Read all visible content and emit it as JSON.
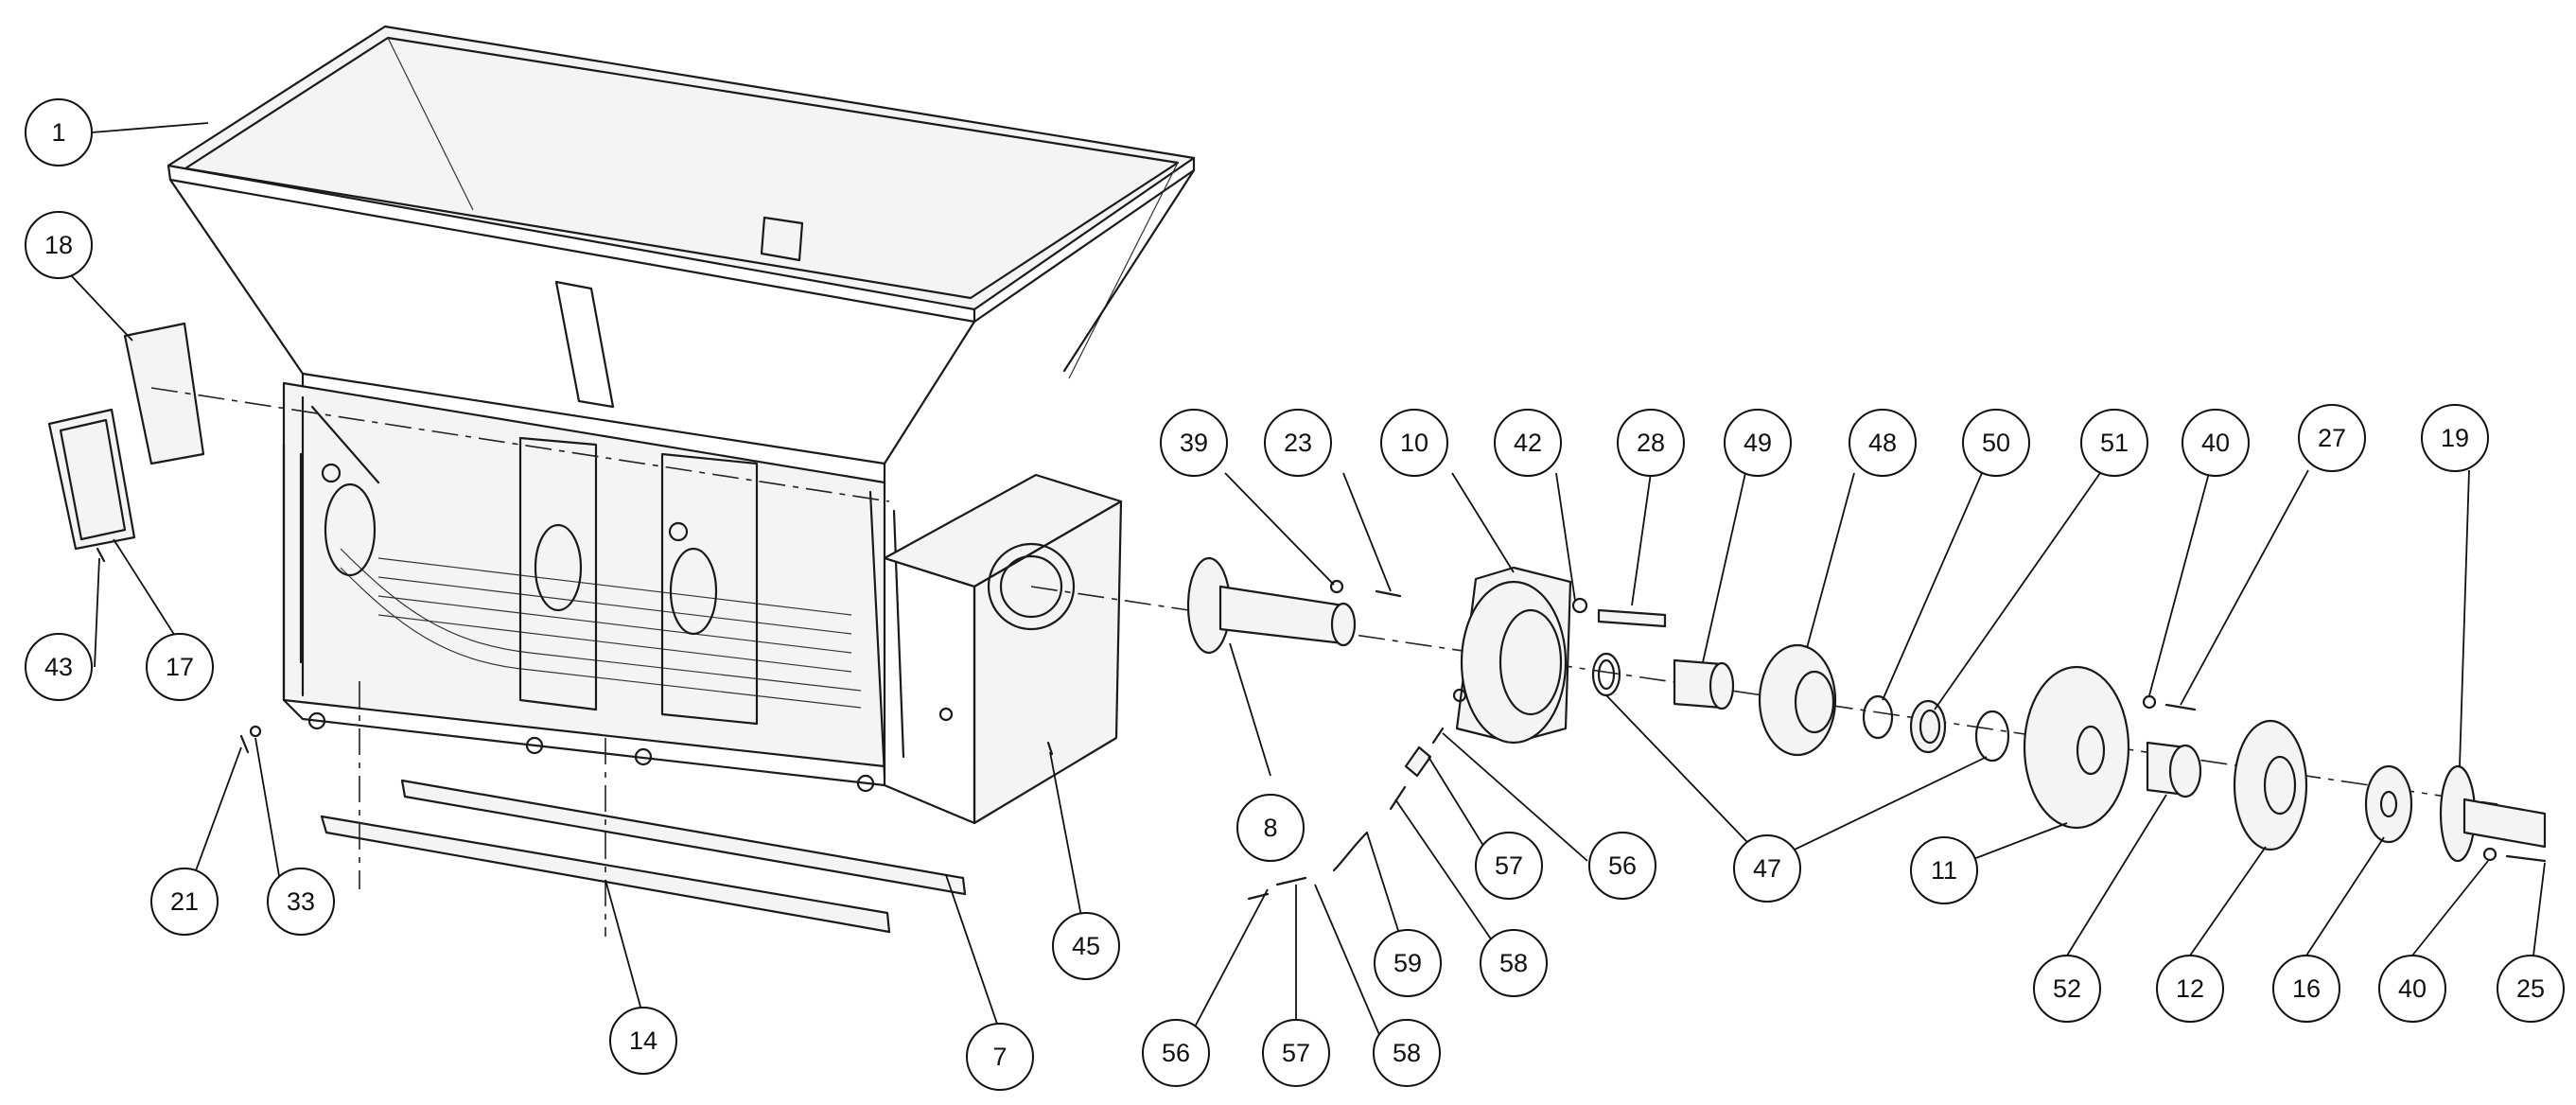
{
  "diagram": {
    "type": "exploded-parts-view",
    "callouts": [
      {
        "id": "c1",
        "label": "1"
      },
      {
        "id": "c18",
        "label": "18"
      },
      {
        "id": "c43",
        "label": "43"
      },
      {
        "id": "c17",
        "label": "17"
      },
      {
        "id": "c21",
        "label": "21"
      },
      {
        "id": "c33",
        "label": "33"
      },
      {
        "id": "c14",
        "label": "14"
      },
      {
        "id": "c7",
        "label": "7"
      },
      {
        "id": "c45",
        "label": "45"
      },
      {
        "id": "c39",
        "label": "39"
      },
      {
        "id": "c23",
        "label": "23"
      },
      {
        "id": "c10",
        "label": "10"
      },
      {
        "id": "c42",
        "label": "42"
      },
      {
        "id": "c28",
        "label": "28"
      },
      {
        "id": "c49",
        "label": "49"
      },
      {
        "id": "c48",
        "label": "48"
      },
      {
        "id": "c50",
        "label": "50"
      },
      {
        "id": "c51",
        "label": "51"
      },
      {
        "id": "c40a",
        "label": "40"
      },
      {
        "id": "c27",
        "label": "27"
      },
      {
        "id": "c19",
        "label": "19"
      },
      {
        "id": "c8",
        "label": "8"
      },
      {
        "id": "c57a",
        "label": "57"
      },
      {
        "id": "c56a",
        "label": "56"
      },
      {
        "id": "c47",
        "label": "47"
      },
      {
        "id": "c11",
        "label": "11"
      },
      {
        "id": "c58a",
        "label": "58"
      },
      {
        "id": "c59",
        "label": "59"
      },
      {
        "id": "c56b",
        "label": "56"
      },
      {
        "id": "c57b",
        "label": "57"
      },
      {
        "id": "c58b",
        "label": "58"
      },
      {
        "id": "c52",
        "label": "52"
      },
      {
        "id": "c12",
        "label": "12"
      },
      {
        "id": "c16",
        "label": "16"
      },
      {
        "id": "c40b",
        "label": "40"
      },
      {
        "id": "c25",
        "label": "25"
      }
    ]
  }
}
